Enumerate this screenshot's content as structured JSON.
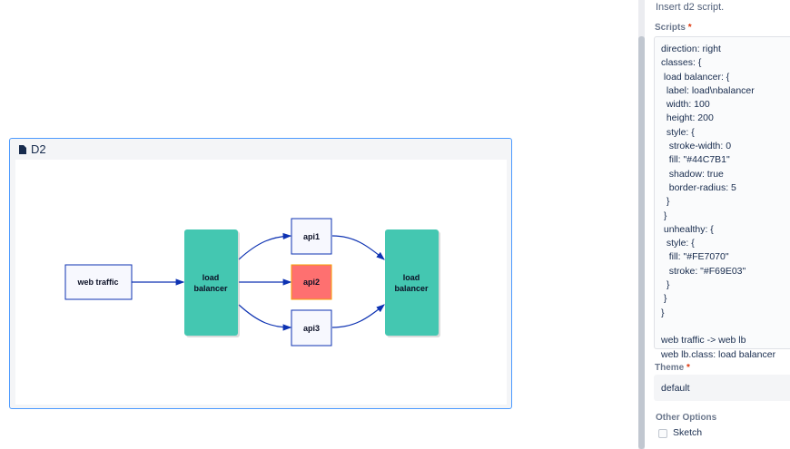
{
  "macro": {
    "title": "D2",
    "icon": "document-icon"
  },
  "diagram": {
    "nodes": {
      "web_traffic": "web traffic",
      "lb1": "load\nbalancer",
      "api1": "api1",
      "api2": "api2",
      "api3": "api3",
      "lb2": "load\nbalancer"
    },
    "colors": {
      "lb_fill": "#44C7B1",
      "unhealthy_fill": "#FE7070",
      "unhealthy_stroke": "#F69E03",
      "node_fill": "#F7F8FE",
      "node_stroke": "#0D32B2",
      "edge": "#0D32B2"
    }
  },
  "panel": {
    "hint": "Insert d2 script.",
    "scripts_label": "Scripts",
    "required": "*",
    "script": "direction: right\nclasses: {\n load balancer: {\n  label: load\\nbalancer\n  width: 100\n  height: 200\n  style: {\n   stroke-width: 0\n   fill: \"#44C7B1\"\n   shadow: true\n   border-radius: 5\n  }\n }\n unhealthy: {\n  style: {\n   fill: \"#FE7070\"\n   stroke: \"#F69E03\"\n  }\n }\n}\n\nweb traffic -> web lb\nweb lb.class: load balancer",
    "theme_label": "Theme",
    "theme_value": "default",
    "other_options_label": "Other Options",
    "sketch_label": "Sketch",
    "sketch_checked": false
  }
}
